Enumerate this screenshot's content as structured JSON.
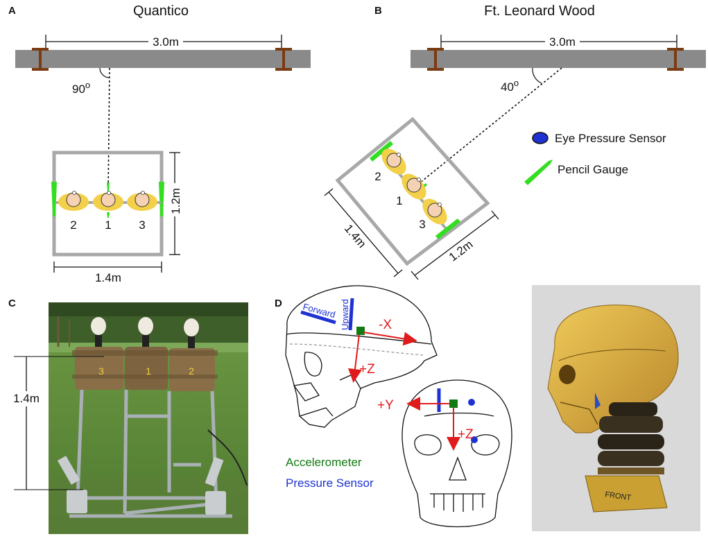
{
  "panels": {
    "a": {
      "letter": "A",
      "title": "Quantico",
      "span": "3.0m",
      "angle": "90",
      "angle_sup": "o",
      "width": "1.4m",
      "depth": "1.2m",
      "labels": [
        "2",
        "1",
        "3"
      ]
    },
    "b": {
      "letter": "B",
      "title": "Ft. Leonard Wood",
      "span": "3.0m",
      "angle": "40",
      "angle_sup": "o",
      "width": "1.4m",
      "depth": "1.2m",
      "labels": [
        "2",
        "1",
        "3"
      ]
    },
    "c": {
      "letter": "C",
      "height": "1.4m",
      "vest_labels": [
        "3",
        "1",
        "2"
      ]
    },
    "d": {
      "letter": "D",
      "forward": "Forward",
      "upward": "Upward",
      "neg_x": "-X",
      "pos_z": "+Z",
      "pos_y": "+Y",
      "pos_z2": "+Z",
      "accelerometer": "Accelerometer",
      "pressure_sensor": "Pressure Sensor",
      "front_stamp": "FRONT"
    }
  },
  "legend": {
    "eye_pressure": "Eye Pressure Sensor",
    "pencil_gauge": "Pencil Gauge"
  },
  "colors": {
    "beam": "#8a8a8a",
    "flange": "#7a3b12",
    "frame": "#a8a8a8",
    "gauge": "#33dd22",
    "vest": "#f3d04a",
    "skin": "#f6d2b4",
    "red": "#e01b1b",
    "blue": "#1e32d2",
    "green": "#137a13",
    "gold": "#caa032"
  }
}
